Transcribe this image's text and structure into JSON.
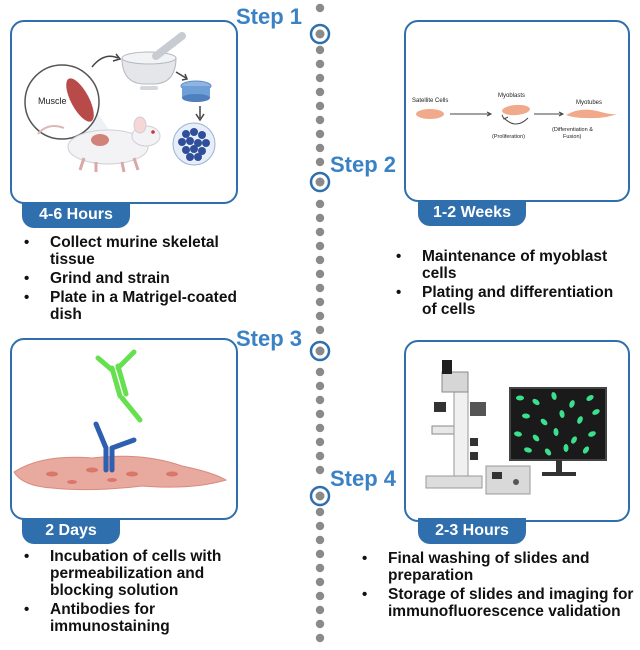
{
  "steps": [
    {
      "label": "Step 1",
      "duration": "4-6 Hours",
      "bullets": [
        "Collect murine skeletal tissue",
        "Grind and strain",
        "Plate in a Matrigel-coated dish"
      ],
      "illustration_text": {
        "muscle": "Muscle"
      }
    },
    {
      "label": "Step 2",
      "duration": "1-2 Weeks",
      "bullets": [
        "Maintenance of myoblast cells",
        "Plating and differentiation of cells"
      ],
      "illustration_text": {
        "satellite": "Satellite Cells",
        "myoblasts": "Myoblasts",
        "myotubes": "Myotubes",
        "proliferation": "(Proliferation)",
        "differentiation_line1": "(Differentiation &",
        "differentiation_line2": "Fusion)"
      }
    },
    {
      "label": "Step 3",
      "duration": "2 Days",
      "bullets": [
        "Incubation of cells with permeabilization and blocking solution",
        "Antibodies for immunostaining"
      ]
    },
    {
      "label": "Step 4",
      "duration": "2-3 Hours",
      "bullets": [
        "Final washing of slides and preparation",
        "Storage of slides and imaging for immunofluorescence validation"
      ]
    }
  ],
  "colors": {
    "accent": "#2f6fad",
    "step_text": "#3a82c4",
    "dots": "#8a8a8a",
    "antibody_primary": "#66e04f",
    "antibody_secondary": "#2f5fb0"
  }
}
